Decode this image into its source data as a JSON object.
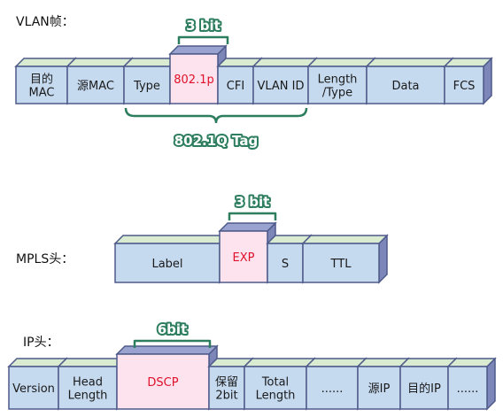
{
  "sections": {
    "vlan": {
      "title": "VLAN帧：",
      "fields": [
        {
          "label": [
            "目的",
            "MAC"
          ]
        },
        {
          "label": [
            "源MAC"
          ]
        },
        {
          "label": [
            "Type"
          ]
        },
        {
          "label": [
            "802.1p"
          ],
          "highlight": true
        },
        {
          "label": [
            "CFI"
          ]
        },
        {
          "label": [
            "VLAN ID"
          ]
        },
        {
          "label": [
            "Length",
            "/Type"
          ]
        },
        {
          "label": [
            "Data"
          ]
        },
        {
          "label": [
            "FCS"
          ]
        }
      ],
      "annotations": {
        "top": "3 bit",
        "bottom": "802.1Q Tag"
      }
    },
    "mpls": {
      "title": "MPLS头：",
      "fields": [
        {
          "label": [
            "Label"
          ]
        },
        {
          "label": [
            "EXP"
          ],
          "highlight": true
        },
        {
          "label": [
            "S"
          ]
        },
        {
          "label": [
            "TTL"
          ]
        }
      ],
      "annotations": {
        "top": "3 bit"
      }
    },
    "ip": {
      "title": "IP头：",
      "fields": [
        {
          "label": [
            "Version"
          ]
        },
        {
          "label": [
            "Head",
            "Length"
          ]
        },
        {
          "label": [
            "DSCP"
          ],
          "highlight": true
        },
        {
          "label": [
            "保留",
            "2bit"
          ]
        },
        {
          "label": [
            "Total",
            "Length"
          ]
        },
        {
          "label": [
            "......"
          ]
        },
        {
          "label": [
            "源IP"
          ]
        },
        {
          "label": [
            "目的IP"
          ]
        },
        {
          "label": [
            "......"
          ]
        }
      ],
      "annotations": {
        "top": "6bit"
      }
    }
  },
  "colors": {
    "field_front": "#c5d9ef",
    "field_top": "#d9ecd2",
    "field_side": "#7c86b8",
    "highlight_front": "#fde3ee",
    "highlight_top": "#9aa3cf",
    "outline": "#4e5a8a",
    "bracket": "#2d7d5f"
  }
}
